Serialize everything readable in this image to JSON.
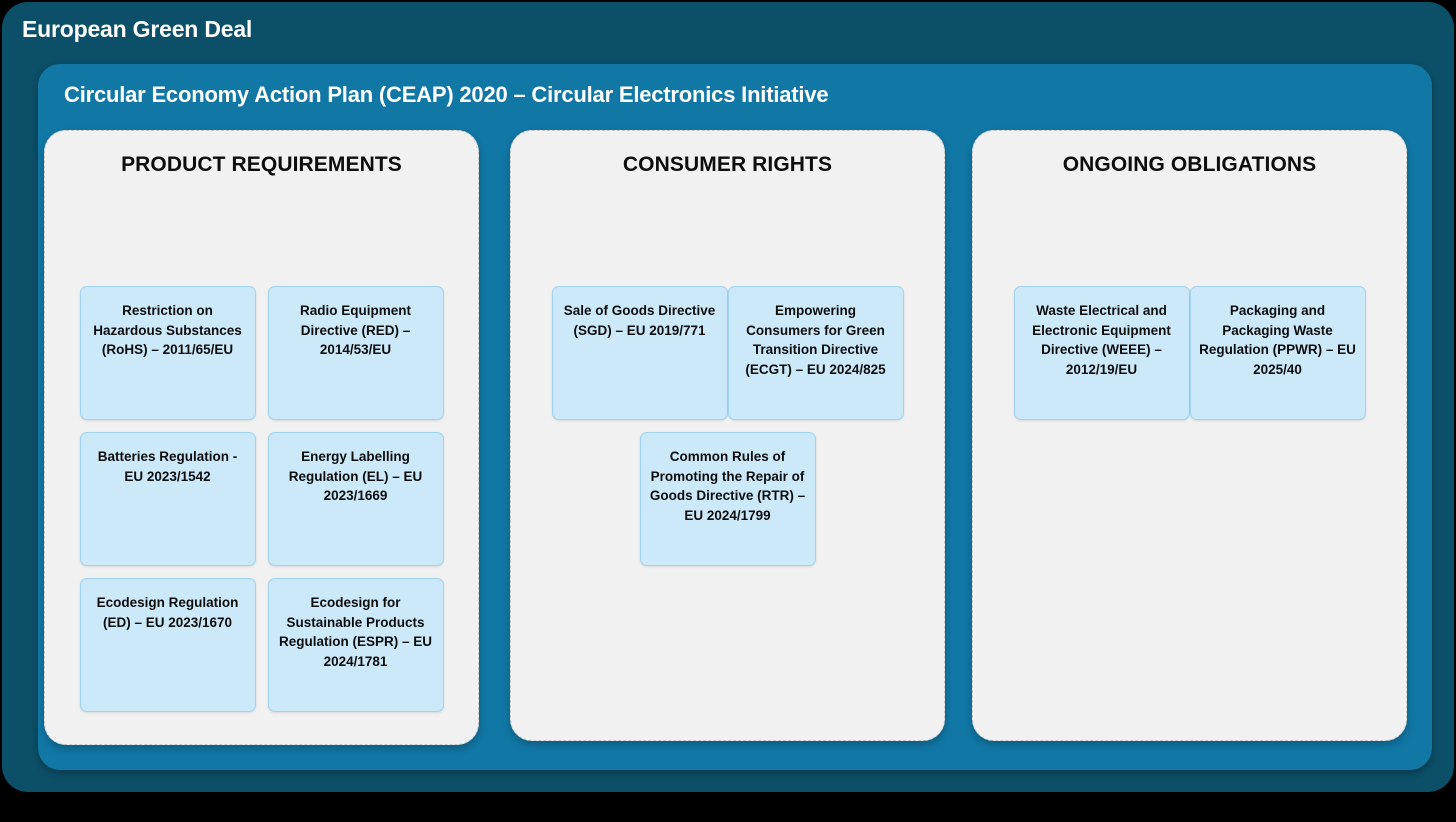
{
  "frame": {
    "deal_title": "European Green Deal",
    "colors": {
      "page_background": "#000000",
      "outer_frame": "#0b4f68",
      "inner_panel": "#1177a5",
      "column_card": "#f1f1f1",
      "item_box": "#cce9fa",
      "item_box_border": "#9fd3ee",
      "heading_text": "#0d0d0d",
      "title_text": "#ffffff"
    }
  },
  "panel": {
    "ceap_title": "Circular Economy Action Plan (CEAP) 2020 – Circular Electronics Initiative"
  },
  "columns": [
    {
      "heading": "PRODUCT REQUIREMENTS",
      "layout": "two-column",
      "items": [
        {
          "label": "Restriction on Hazardous Substances (RoHS) – 2011/65/EU"
        },
        {
          "label": "Radio Equipment Directive (RED) – 2014/53/EU"
        },
        {
          "label": "Batteries Regulation - EU 2023/1542"
        },
        {
          "label": "Energy Labelling Regulation (EL) – EU 2023/1669"
        },
        {
          "label": "Ecodesign Regulation (ED) – EU 2023/1670"
        },
        {
          "label": "Ecodesign for Sustainable Products Regulation (ESPR) – EU 2024/1781"
        }
      ]
    },
    {
      "heading": "CONSUMER RIGHTS",
      "layout": "single-column",
      "items": [
        {
          "label": "Sale of Goods Directive (SGD) – EU 2019/771"
        },
        {
          "label": "Empowering Consumers for Green  Transition Directive (ECGT) – EU 2024/825"
        },
        {
          "label": "Common Rules of Promoting the Repair of Goods Directive (RTR) – EU 2024/1799"
        }
      ]
    },
    {
      "heading": "ONGOING OBLIGATIONS",
      "layout": "single-column",
      "items": [
        {
          "label": "Waste Electrical and Electronic Equipment Directive (WEEE) – 2012/19/EU"
        },
        {
          "label": "Packaging and Packaging Waste Regulation (PPWR) – EU 2025/40"
        }
      ]
    }
  ]
}
